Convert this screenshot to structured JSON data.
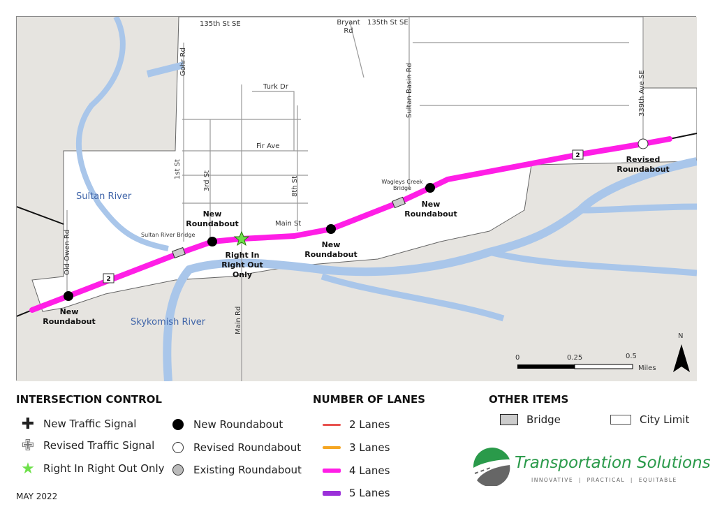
{
  "map": {
    "streets": [
      "135th St SE",
      "Bryant Rd",
      "135th St SE",
      "Gohr Rd",
      "Turk Dr",
      "Sultan Basin Rd",
      "339th Ave SE",
      "Fir Ave",
      "1st St",
      "3rd St",
      "8th St",
      "Main St",
      "Old Owen Rd",
      "Main Rd"
    ],
    "bridges": [
      "Sultan River Bridge",
      "Wagleys Creek Bridge"
    ],
    "rivers": [
      "Sultan River",
      "Skykomish River"
    ],
    "route_shield": "2",
    "intersections": [
      {
        "label": "New Roundabout",
        "type": "new-roundabout"
      },
      {
        "label": "New Roundabout",
        "type": "new-roundabout"
      },
      {
        "label": "Right In Right Out Only",
        "type": "riro"
      },
      {
        "label": "New Roundabout",
        "type": "new-roundabout"
      },
      {
        "label": "New Roundabout",
        "type": "new-roundabout"
      },
      {
        "label": "Revised Roundabout",
        "type": "revised-roundabout"
      }
    ],
    "scale": {
      "ticks": [
        "0",
        "0.25",
        "0.5"
      ],
      "unit": "Miles"
    },
    "north": "N",
    "colors": {
      "highway": "#ff1ee6",
      "river": "#a9c6ea",
      "land": "#e6e4e0",
      "city": "#ffffff"
    }
  },
  "legend": {
    "intersection_title": "INTERSECTION CONTROL",
    "intersection": [
      "New Traffic Signal",
      "Revised Traffic Signal",
      "Right In Right Out Only",
      "New Roundabout",
      "Revised Roundabout",
      "Existing Roundabout"
    ],
    "lanes_title": "NUMBER OF LANES",
    "lanes": [
      {
        "label": "2 Lanes",
        "color": "#e8524f"
      },
      {
        "label": "3 Lanes",
        "color": "#f5a623"
      },
      {
        "label": "4 Lanes",
        "color": "#ff1ee6"
      },
      {
        "label": "5 Lanes",
        "color": "#9b30d9"
      }
    ],
    "other_title": "OTHER ITEMS",
    "other": [
      "Bridge",
      "City Limit"
    ],
    "date": "MAY 2022"
  },
  "logo": {
    "name": "Transportation Solutions",
    "tagline": "INNOVATIVE  |  PRACTICAL  |  EQUITABLE"
  }
}
